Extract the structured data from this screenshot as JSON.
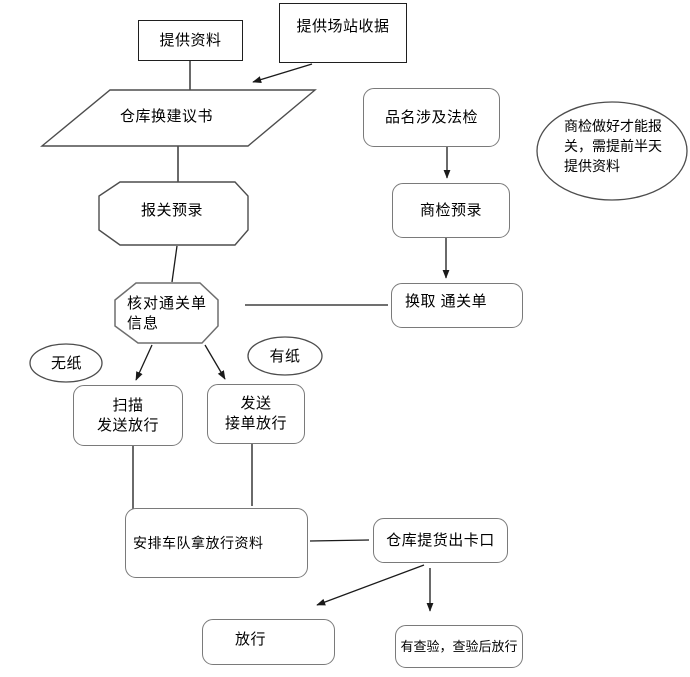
{
  "colors": {
    "background": "#ffffff",
    "rect_border": "#1f1f1f",
    "rounded_border": "#7a7a7a",
    "shape_stroke": "#4d4d4d",
    "connector": "#1a1a1a",
    "text": "#000000"
  },
  "nodes": {
    "provide_docs": {
      "label": "提供资料"
    },
    "provide_station_receipt": {
      "label": "提供场站收据"
    },
    "warehouse_proposal": {
      "label": "仓库换建议书"
    },
    "product_name_law_inspection": {
      "label": "品名涉及法检"
    },
    "customs_pre_entry": {
      "label": "报关预录"
    },
    "inspection_pre_entry": {
      "label": "商检预录"
    },
    "verify_clearance_info": {
      "line1": "核对通关单",
      "line2": "信息"
    },
    "exchange_clearance_doc": {
      "label": "换取  通关单"
    },
    "paperless": {
      "label": "无纸"
    },
    "paper": {
      "label": "有纸"
    },
    "scan_send_release": {
      "line1": "扫描",
      "line2": "发送放行"
    },
    "send_accept_release": {
      "line1": "发送",
      "line2": "接单放行"
    },
    "arrange_fleet": {
      "label": "安排车队拿放行资料"
    },
    "warehouse_pickup_exit": {
      "label": "仓库提货出卡口"
    },
    "release": {
      "label": "放行"
    },
    "inspection_then_release": {
      "label": "有查验，查验后放行"
    },
    "note_inspection_first": {
      "line1": "商检做好才能报",
      "line2": "关，需提前半天",
      "line3": "提供资料"
    }
  }
}
